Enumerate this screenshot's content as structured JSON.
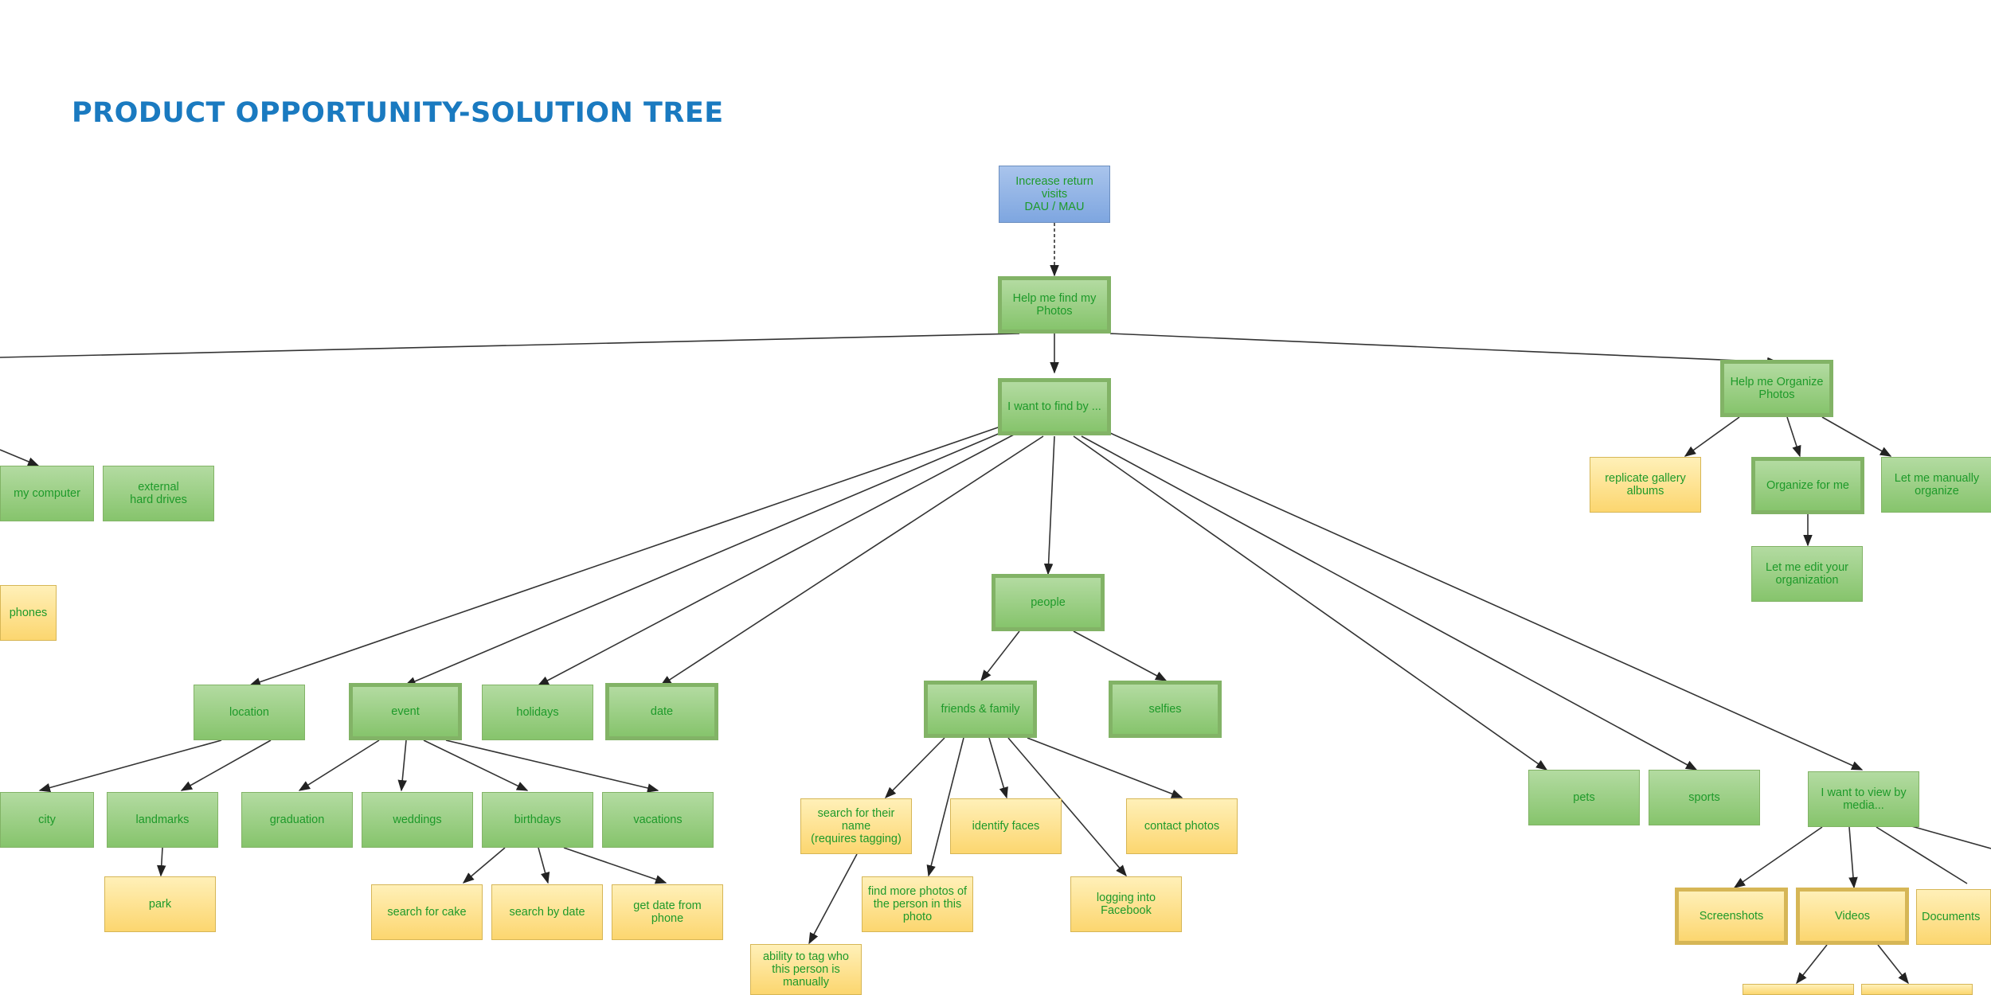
{
  "title": "PRODUCT OPPORTUNITY-SOLUTION TREE",
  "nodes": {
    "root": "Increase return visits\nDAU / MAU",
    "find_photos": "Help me find my\nPhotos",
    "find_by": "I want to find by ...",
    "organize": "Help me Organize\nPhotos",
    "replicate": "replicate gallery\nalbums",
    "organize_for_me": "Organize for me",
    "manual_organize": "Let me manually\norganize",
    "edit_org": "Let me edit your\norganization",
    "my_computer": "my computer",
    "external": "external\nhard drives",
    "phones": "phones",
    "location": "location",
    "event": "event",
    "holidays": "holidays",
    "date": "date",
    "people": "people",
    "friends": "friends & family",
    "selfies": "selfies",
    "pets": "pets",
    "sports": "sports",
    "media": "I want to view by\nmedia...",
    "city": "city",
    "landmarks": "landmarks",
    "park": "park",
    "graduation": "graduation",
    "weddings": "weddings",
    "birthdays": "birthdays",
    "vacations": "vacations",
    "cake": "search for cake",
    "search_date": "search by date",
    "get_date": "get date from phone",
    "search_name": "search for their name\n(requires tagging)",
    "identify": "identify faces",
    "contact": "contact photos",
    "find_more": "find more photos of\nthe person in this\nphoto",
    "facebook": "logging into\nFacebook",
    "tag": "ability to tag who\nthis person is\nmanually",
    "screenshots": "Screenshots",
    "videos": "Videos",
    "documents": "Documents"
  }
}
